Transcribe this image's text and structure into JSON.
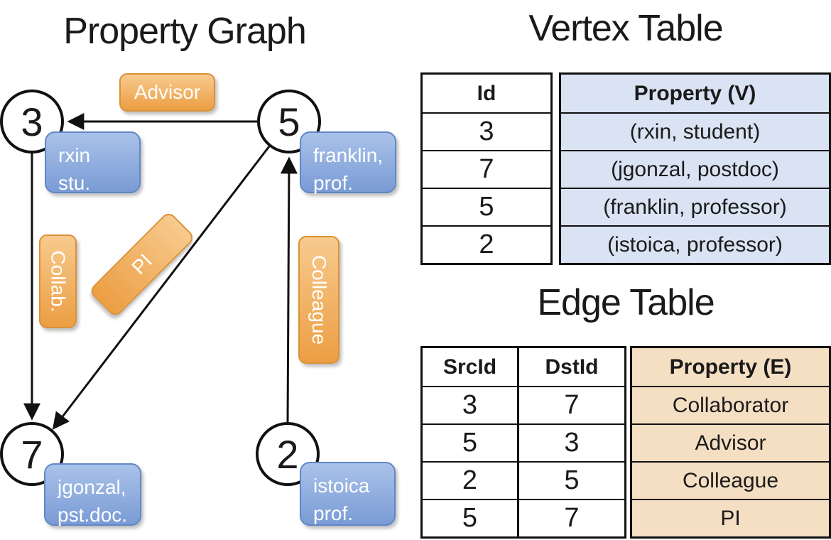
{
  "colors": {
    "accent_orange": "#ec9e43",
    "accent_blue": "#7a9bd5",
    "vertex_table_fill": "#d9e3f3",
    "edge_table_fill": "#f5dfc3",
    "line_color": "#111111"
  },
  "graph": {
    "title": "Property Graph",
    "nodes": [
      {
        "id": "3"
      },
      {
        "id": "5"
      },
      {
        "id": "7"
      },
      {
        "id": "2"
      }
    ],
    "property_boxes": [
      {
        "line1": "rxin",
        "line2": "stu."
      },
      {
        "line1": "franklin,",
        "line2": "prof."
      },
      {
        "line1": "jgonzal,",
        "line2": "pst.doc."
      },
      {
        "line1": "istoica",
        "line2": "prof."
      }
    ],
    "edge_labels": [
      {
        "label": "Advisor"
      },
      {
        "label": "Collab."
      },
      {
        "label": "PI"
      },
      {
        "label": "Colleague"
      }
    ]
  },
  "vertex_table": {
    "title": "Vertex Table",
    "columns": {
      "id": "Id",
      "property": "Property (V)"
    },
    "rows": [
      {
        "id": "3",
        "property": "(rxin, student)"
      },
      {
        "id": "7",
        "property": "(jgonzal, postdoc)"
      },
      {
        "id": "5",
        "property": "(franklin, professor)"
      },
      {
        "id": "2",
        "property": "(istoica, professor)"
      }
    ]
  },
  "edge_table": {
    "title": "Edge Table",
    "columns": {
      "src": "SrcId",
      "dst": "DstId",
      "property": "Property (E)"
    },
    "rows": [
      {
        "src": "3",
        "dst": "7",
        "property": "Collaborator"
      },
      {
        "src": "5",
        "dst": "3",
        "property": "Advisor"
      },
      {
        "src": "2",
        "dst": "5",
        "property": "Colleague"
      },
      {
        "src": "5",
        "dst": "7",
        "property": "PI"
      }
    ]
  }
}
